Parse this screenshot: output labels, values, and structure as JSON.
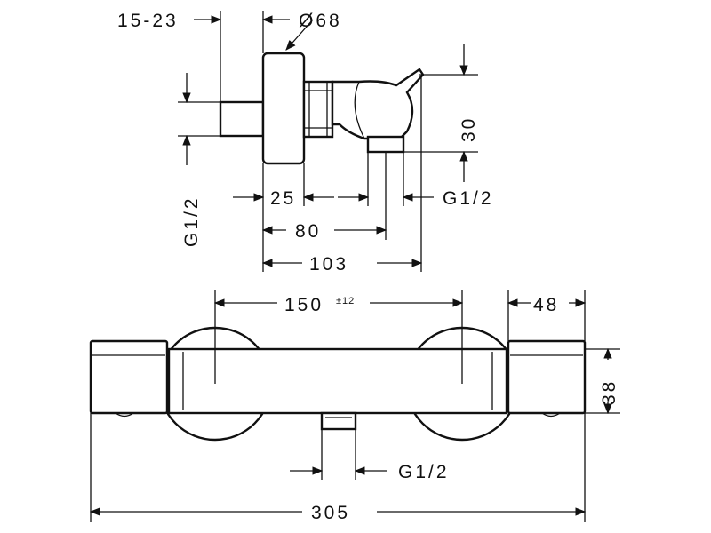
{
  "side_view": {
    "dim_15_23": "15-23",
    "dim_diameter": "Ø68",
    "dim_g12_vertical": "G1/2",
    "dim_30": "30",
    "dim_25": "25",
    "dim_g12_outlet": "G1/2",
    "dim_80": "80",
    "dim_103": "103"
  },
  "front_view": {
    "dim_150": "150",
    "dim_150_tolerance": "±12",
    "dim_48": "48",
    "dim_38": "38",
    "dim_g12_bottom": "G1/2",
    "dim_305": "305"
  }
}
